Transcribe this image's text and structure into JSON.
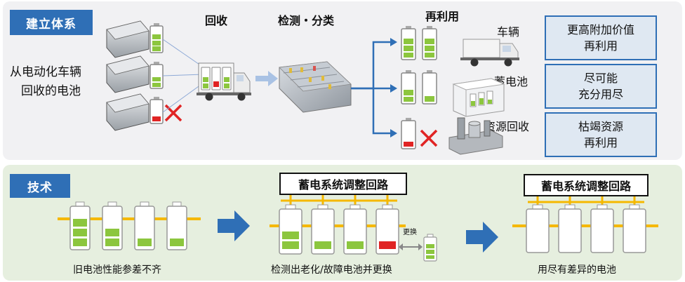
{
  "top": {
    "label": "建立体系",
    "source_line1": "从电动化车辆",
    "source_line2": "回收的电池",
    "stage_collect": "回收",
    "stage_inspect": "检测・分类",
    "stage_reuse": "再利用",
    "uses": [
      {
        "name": "车辆",
        "value_line1": "更高附加价值",
        "value_line2": "再利用"
      },
      {
        "name": "蓄电池",
        "value_line1": "尽可能",
        "value_line2": "充分用尽"
      },
      {
        "name": "资源回收",
        "value_line1": "枯竭资源",
        "value_line2": "再利用"
      }
    ]
  },
  "bottom": {
    "label": "技术",
    "circuit_title": "蓄电系统调整回路",
    "circuit_title_2": "蓄电系统调整回路",
    "replace_label": "更换",
    "caption_1": "旧电池性能参差不齐",
    "caption_2": "检测出老化/故障电池并更换",
    "caption_3": "用尽有差异的电池"
  },
  "colors": {
    "accent_blue": "#2f6fb6",
    "green": "#8cc63e",
    "red": "#e02424",
    "wire": "#f5b800"
  }
}
